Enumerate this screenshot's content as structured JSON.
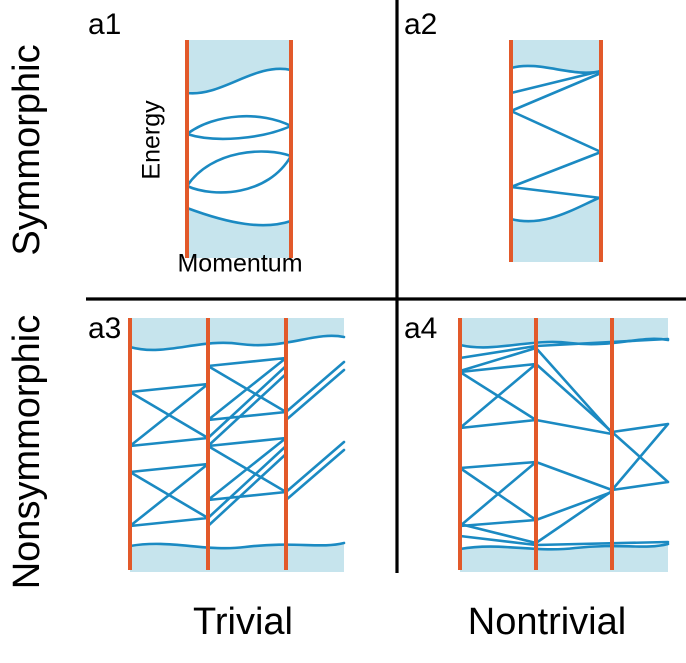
{
  "row_labels": {
    "top": "Symmorphic",
    "bottom": "Nonsymmorphic"
  },
  "column_labels": {
    "left": "Trivial",
    "right": "Nontrivial"
  },
  "panels": {
    "a1": {
      "label": "a1",
      "y_axis_label": "Energy",
      "x_axis_label": "Momentum"
    },
    "a2": {
      "label": "a2"
    },
    "a3": {
      "label": "a3"
    },
    "a4": {
      "label": "a4"
    }
  },
  "colors": {
    "band_fill": "#c6e4ed",
    "band_line": "#1b8ac2",
    "momentum_cut_line": "#e2592a",
    "divider_line": "#000000",
    "background": "#ffffff"
  }
}
